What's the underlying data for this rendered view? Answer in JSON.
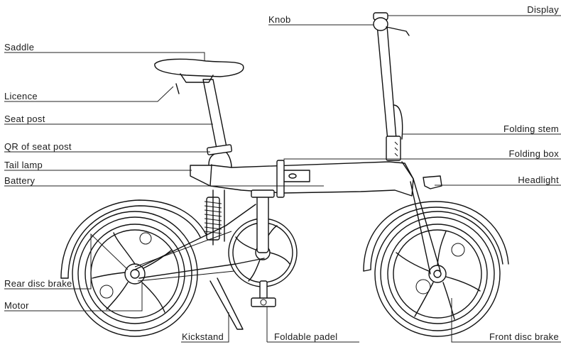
{
  "labels": {
    "knob": "Knob",
    "display": "Display",
    "saddle": "Saddle",
    "licence": "Licence",
    "seat_post": "Seat post",
    "qr_seat_post": "QR of seat post",
    "tail_lamp": "Tail lamp",
    "battery": "Battery",
    "folding_stem": "Folding stem",
    "folding_box": "Folding box",
    "headlight": "Headlight",
    "rear_disc_brake": "Rear disc brake",
    "motor": "Motor",
    "kickstand": "Kickstand",
    "foldable_padel": "Foldable padel",
    "front_disc_brake": "Front disc brake"
  }
}
